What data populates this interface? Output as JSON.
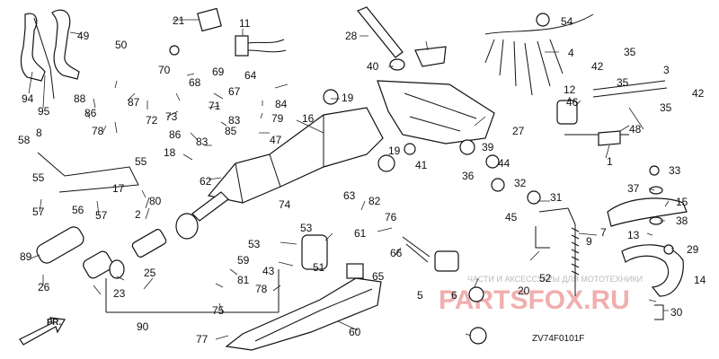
{
  "diagram_code": "ZV74F0101F",
  "direction_label": "FR.",
  "watermark": {
    "text": "ЧАСТИ И АКСЕССУАРЫ ДЛЯ МОТОТЕХНИКИ",
    "logo": "PARTSFOX.RU"
  },
  "callouts": [
    "1",
    "2",
    "3",
    "4",
    "5",
    "6",
    "7",
    "8",
    "9",
    "11",
    "12",
    "13",
    "14",
    "15",
    "16",
    "17",
    "18",
    "19",
    "20",
    "21",
    "23",
    "25",
    "26",
    "27",
    "28",
    "29",
    "30",
    "31",
    "32",
    "33",
    "35",
    "36",
    "37",
    "38",
    "39",
    "40",
    "41",
    "42",
    "43",
    "44",
    "45",
    "46",
    "47",
    "48",
    "49",
    "50",
    "51",
    "52",
    "53",
    "54",
    "55",
    "56",
    "57",
    "58",
    "59",
    "60",
    "61",
    "62",
    "63",
    "64",
    "65",
    "66",
    "67",
    "68",
    "69",
    "70",
    "71",
    "72",
    "73",
    "74",
    "75",
    "76",
    "77",
    "78",
    "79",
    "80",
    "81",
    "82",
    "83",
    "84",
    "85",
    "86",
    "87",
    "88",
    "89",
    "90",
    "94",
    "95"
  ],
  "colors": {
    "line": "#111111",
    "watermark_logo": "#e87a7a",
    "watermark_text": "#aaaaaa"
  }
}
